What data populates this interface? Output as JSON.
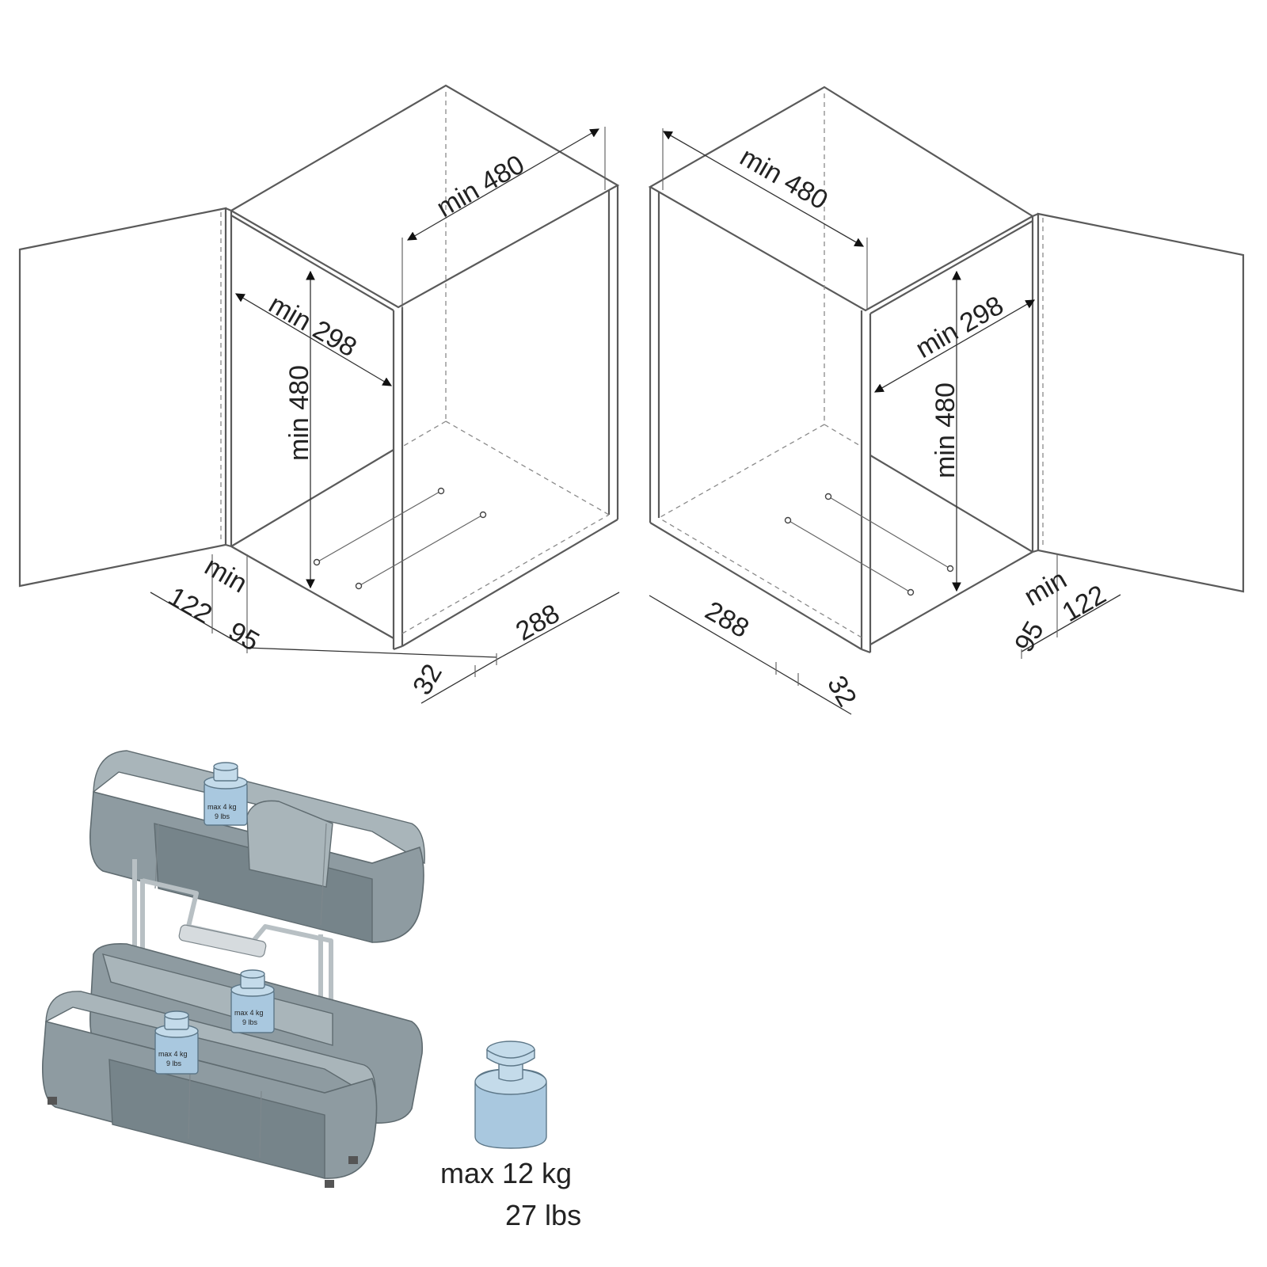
{
  "left_cabinet": {
    "depth_label": "min  480",
    "width_label": "min 298",
    "height_label": "min 480",
    "door_min_label": "min",
    "door_min_value": "122",
    "offset_95": "95",
    "offset_288": "288",
    "offset_32": "32"
  },
  "right_cabinet": {
    "depth_label": "min  480",
    "width_label": "min 298",
    "height_label": "min 480",
    "door_min_label": "min",
    "door_min_value": "122",
    "offset_95": "95",
    "offset_288": "288",
    "offset_32": "32"
  },
  "basket": {
    "top_weight": {
      "kg": "max 4 kg",
      "lbs": "9 lbs"
    },
    "mid_weight": {
      "kg": "max 4 kg",
      "lbs": "9 lbs"
    },
    "low_weight": {
      "kg": "max 4 kg",
      "lbs": "9 lbs"
    }
  },
  "total_load": {
    "kg": "max 12 kg",
    "lbs": "27 lbs"
  },
  "colors": {
    "line": "#5a5a5a",
    "bin": "#8e9ba1",
    "weight": "#a9c8df"
  }
}
